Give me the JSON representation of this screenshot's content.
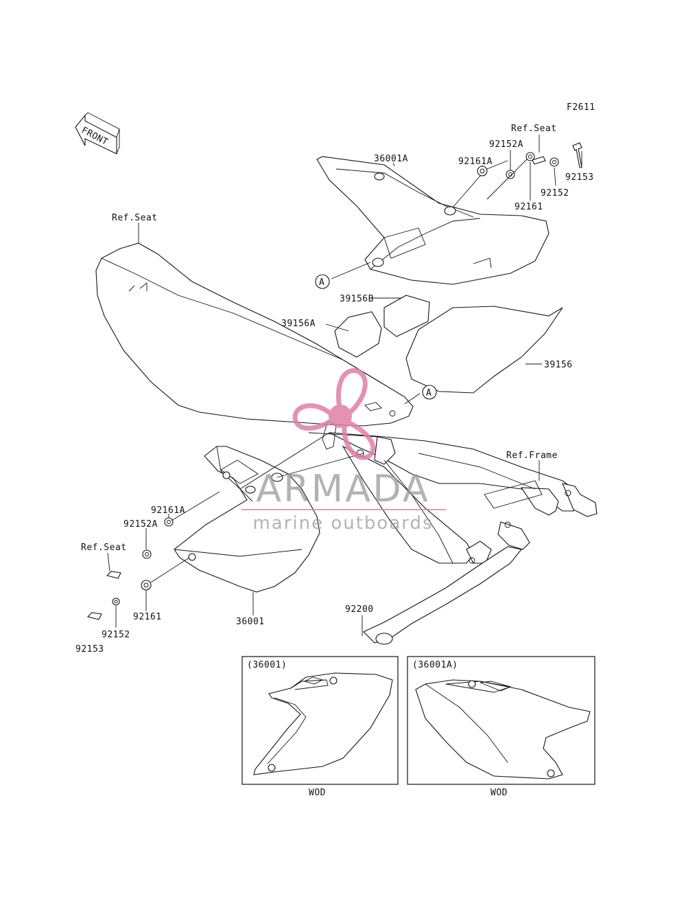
{
  "diagram_id": "F2611",
  "front_arrow_label": "FRONT",
  "callout_a": "A",
  "labels": {
    "p36001A": "36001A",
    "p92161A_top": "92161A",
    "p92152A_top": "92152A",
    "refseat_top": "Ref.Seat",
    "p92153_top": "92153",
    "p92152_top": "92152",
    "p92161_top": "92161",
    "refseat_main": "Ref.Seat",
    "p39156B": "39156B",
    "p39156A": "39156A",
    "p39156": "39156",
    "refframe": "Ref.Frame",
    "p92161A_left": "92161A",
    "p92152A_left": "92152A",
    "refseat_left": "Ref.Seat",
    "p92161_left": "92161",
    "p36001": "36001",
    "p92152_left": "92152",
    "p92153_left": "92153",
    "p92200": "92200"
  },
  "insets": [
    {
      "title": "(36001)",
      "caption": "WOD"
    },
    {
      "title": "(36001A)",
      "caption": "WOD"
    }
  ],
  "watermark": {
    "brand": "ARMADA",
    "tagline": "marine outboards",
    "brand_color": "#e07fa8"
  }
}
